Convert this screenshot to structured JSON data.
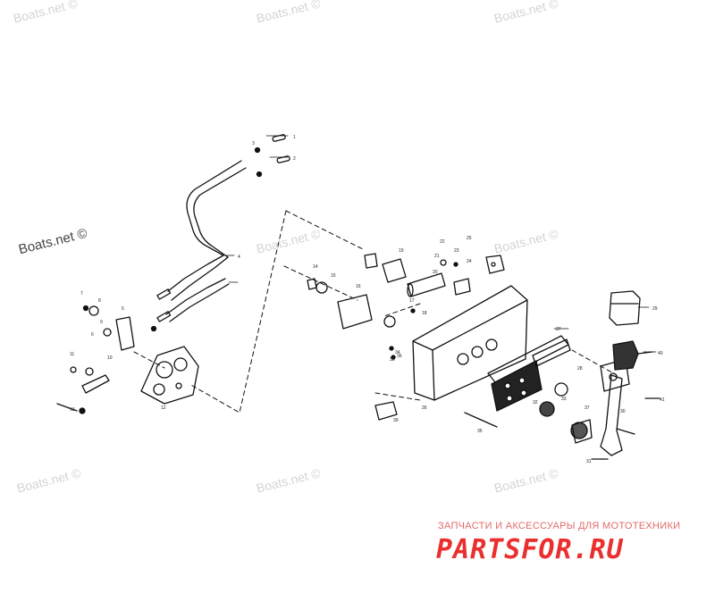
{
  "watermarks": {
    "top_left": "Boats.net ©",
    "top_center": "Boats.net ©",
    "top_right": "Boats.net ©",
    "mid_left": "Boats.net ©",
    "mid_center": "Boats.net ©",
    "mid_right": "Boats.net ©",
    "low_left": "Boats.net ©",
    "low_center": "Boats.net ©",
    "low_right": "Boats.net ©"
  },
  "brand": {
    "subtitle": "ЗАПЧАСТИ И АКСЕССУАРЫ ДЛЯ МОТОТЕХНИКИ",
    "name": "PARTSFOR.RU"
  },
  "callouts": {
    "p1": "1",
    "p2": "2",
    "p3": "3",
    "p4": "4",
    "p5": "5",
    "p6": "6",
    "p7": "7",
    "p8": "8",
    "p9": "9",
    "p10": "10",
    "p11": "11",
    "p12": "12",
    "p13": "13",
    "p14": "14",
    "p15": "15",
    "p16": "16",
    "p17": "17",
    "p18": "18",
    "p19": "19",
    "p20": "20",
    "p21": "21",
    "p22": "22",
    "p23": "23",
    "p24": "24",
    "p25": "25",
    "p26": "26",
    "p27": "27",
    "p28": "28",
    "p29": "29",
    "p30": "30",
    "p31": "31",
    "p32": "32",
    "p33": "33",
    "p34": "34",
    "p35": "35",
    "p36": "36",
    "p37": "37",
    "p38": "38",
    "p39": "39",
    "p40": "40",
    "p41": "41"
  }
}
